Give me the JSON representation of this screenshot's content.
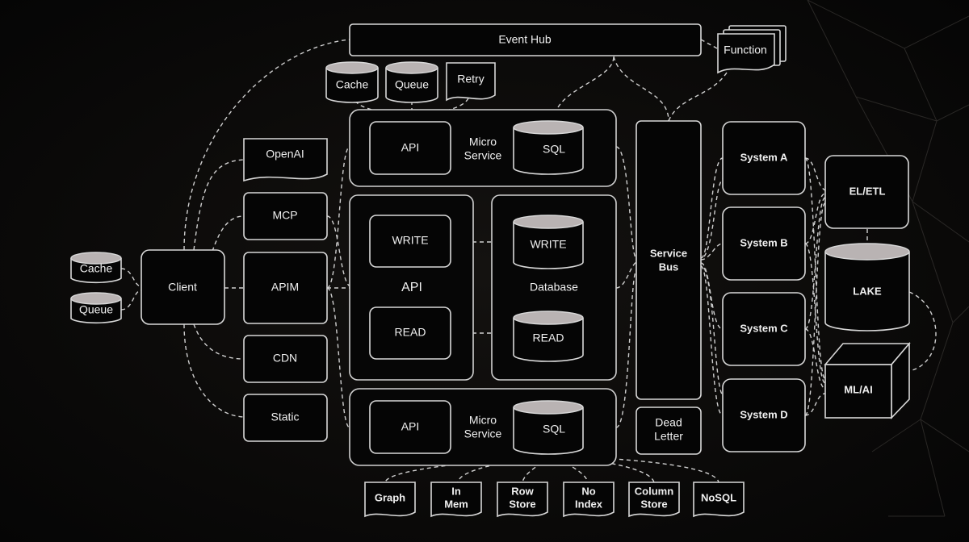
{
  "event_hub": "Event Hub",
  "function": "Function",
  "cache_top": "Cache",
  "queue_top": "Queue",
  "retry": "Retry",
  "openai": "OpenAI",
  "mcp": "MCP",
  "apim": "APIM",
  "cdn": "CDN",
  "static": "Static",
  "client": "Client",
  "cache_left": "Cache",
  "queue_left": "Queue",
  "ms_top": {
    "api": "API",
    "micro": "Micro",
    "service": "Service",
    "sql": "SQL"
  },
  "ms_bottom": {
    "api": "API",
    "micro": "Micro",
    "service": "Service",
    "sql": "SQL"
  },
  "api_group": {
    "write": "WRITE",
    "label": "API",
    "read": "READ"
  },
  "db_group": {
    "write": "WRITE",
    "label": "Database",
    "read": "READ"
  },
  "service_bus": {
    "line1": "Service",
    "line2": "Bus"
  },
  "dead_letter": {
    "line1": "Dead",
    "line2": "Letter"
  },
  "systems": [
    "System A",
    "System B",
    "System C",
    "System D"
  ],
  "el_etl": "EL/ETL",
  "lake": "LAKE",
  "ml_ai": "ML/AI",
  "stores": [
    {
      "line1": "Graph",
      "line2": ""
    },
    {
      "line1": "In",
      "line2": "Mem"
    },
    {
      "line1": "Row",
      "line2": "Store"
    },
    {
      "line1": "No",
      "line2": "Index"
    },
    {
      "line1": "Column",
      "line2": "Store"
    },
    {
      "line1": "NoSQL",
      "line2": ""
    }
  ]
}
